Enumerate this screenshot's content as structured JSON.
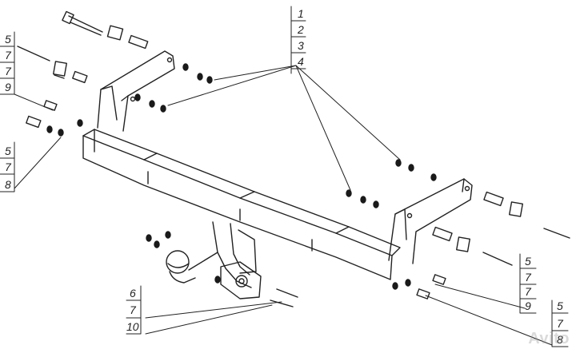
{
  "callouts": {
    "top_right": [
      "1",
      "2",
      "3",
      "4"
    ],
    "left_top": [
      "5",
      "7",
      "7",
      "9"
    ],
    "left_mid": [
      "5",
      "7",
      "8"
    ],
    "bottom_center": [
      "6",
      "7",
      "10"
    ],
    "right_mid": [
      "5",
      "7",
      "7",
      "9"
    ],
    "right_bottom": [
      "5",
      "7",
      "8"
    ]
  },
  "watermark": "Avito",
  "colors": {
    "line": "#222222",
    "fill_dark": "#1a1a1a",
    "background": "#ffffff"
  }
}
